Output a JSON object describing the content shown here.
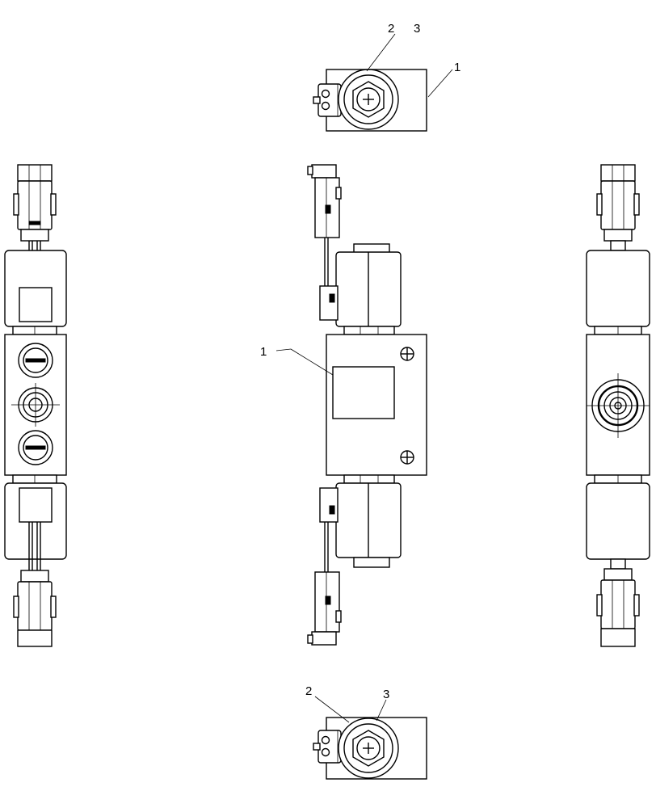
{
  "callouts": {
    "top_view": {
      "item_2": "2",
      "item_3": "3",
      "item_1": "1"
    },
    "front_view": {
      "item_1": "1"
    },
    "bottom_view": {
      "item_2": "2",
      "item_3": "3"
    }
  },
  "colors": {
    "line": "#000000",
    "background": "#ffffff"
  }
}
